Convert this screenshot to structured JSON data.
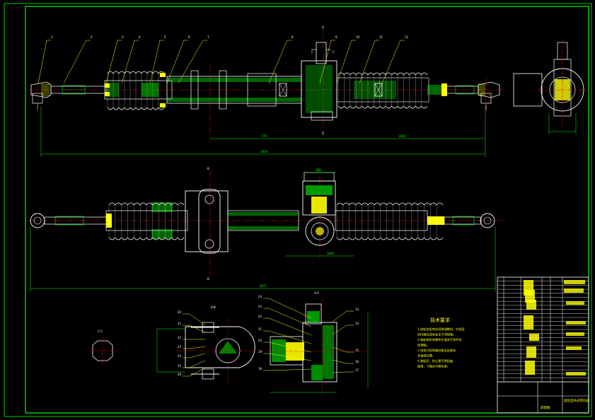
{
  "drawing": {
    "type": "CAD assembly drawing",
    "colors": {
      "background": "#000000",
      "frame": "#00ff00",
      "outline": "#ffffff",
      "section": "#00ff00",
      "center_line": "#ff0000",
      "leader": "#ffff00",
      "dimension": "#00ff00",
      "hatch": "#00ff00",
      "fill_yellow": "#ffff00",
      "bolt": "#ffffff"
    }
  },
  "views": {
    "top_view": {
      "balloons": [
        "1",
        "2",
        "3",
        "4",
        "5",
        "6",
        "7",
        "8",
        "9",
        "10",
        "11",
        "12"
      ],
      "section_marks": [
        "A",
        "A",
        "C",
        "C"
      ],
      "dimensions": [
        "770",
        "1840",
        "1850"
      ]
    },
    "middle_view": {
      "section_marks": [
        "B",
        "B"
      ],
      "dimensions": [
        "188",
        "1875",
        "1840"
      ]
    },
    "section_bb": {
      "label": "B-B",
      "balloons": [
        "20",
        "21",
        "22",
        "23",
        "24",
        "25",
        "26"
      ]
    },
    "section_aa": {
      "label": "A-A",
      "balloons_left": [
        "24",
        "23",
        "22",
        "21",
        "20",
        "19",
        "18"
      ],
      "balloons_right": [
        "13",
        "14",
        "15",
        "16",
        "17"
      ]
    },
    "section_cc": {
      "label": "C-C"
    }
  },
  "notes": {
    "title": "技术要求",
    "lines": [
      "1.齿轮齿条啮合间隙调整时，应保证",
      "  转向器总成各处无卡滞现象。",
      "2.装配前所有零件应清洗干净并涂",
      "  润滑脂。",
      "3.齿条行程两端应能自由移动",
      "  至极限位置。",
      "4.装配后，防尘罩不得扭曲、",
      "  破损，卡箍应可靠夹紧。"
    ]
  },
  "title_block": {
    "title": "齿轮齿条式转向器",
    "drawing_no": "装配图"
  }
}
